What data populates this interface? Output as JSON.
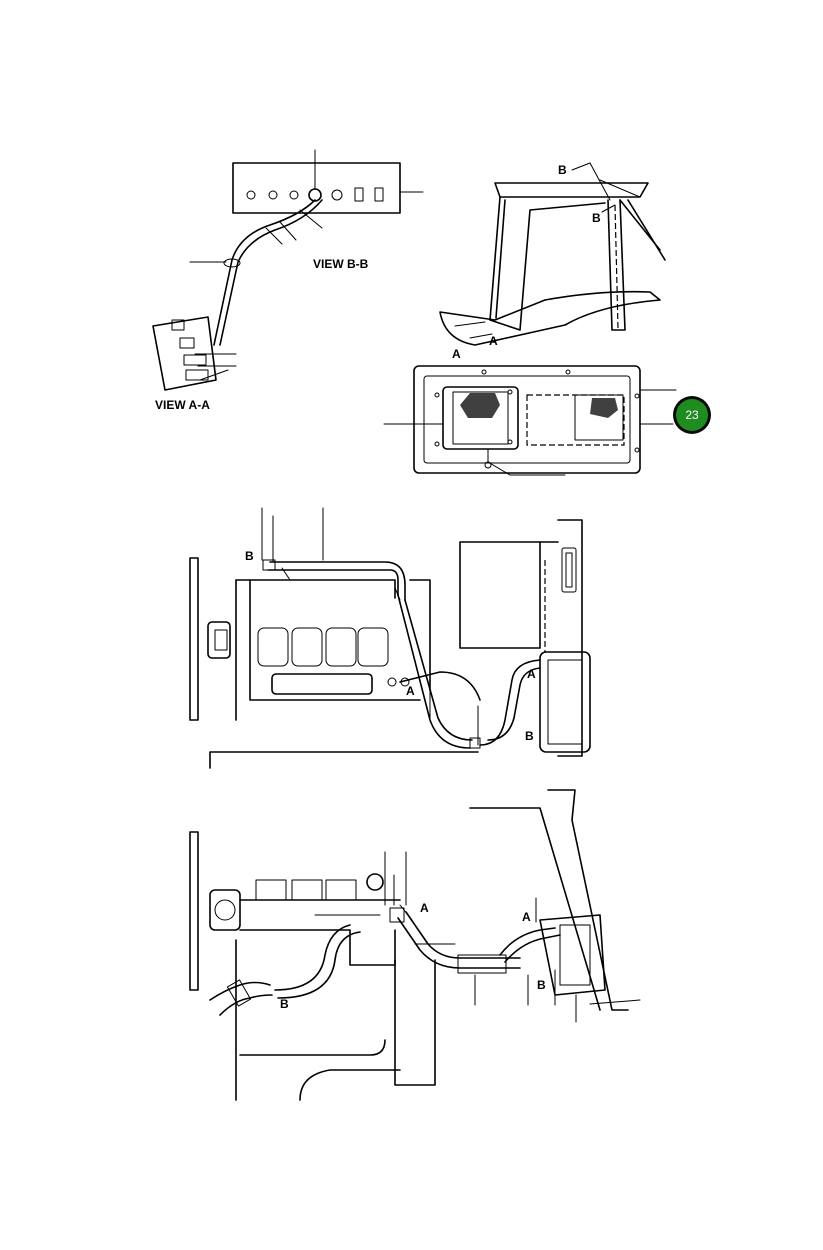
{
  "figure": {
    "view_bb_label": "VIEW  B-B",
    "view_aa_label": "VIEW  A-A",
    "callout_number": "23",
    "callout_color": "#1e8c1e",
    "letters": {
      "B": "B",
      "A": "A"
    }
  }
}
